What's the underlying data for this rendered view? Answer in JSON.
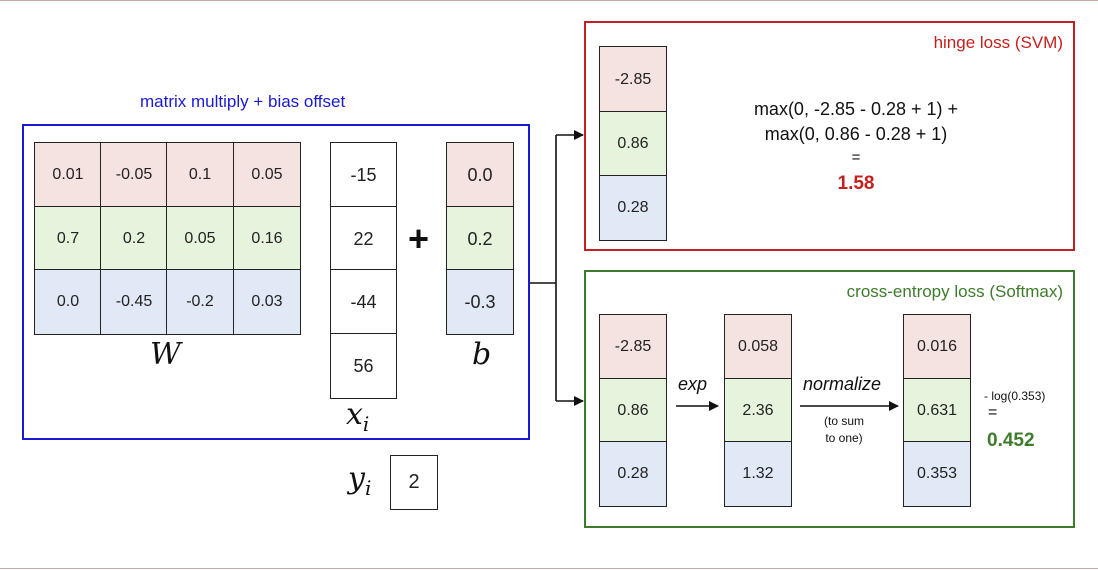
{
  "colors": {
    "matrix_box": "#1a1ad6",
    "svm_box": "#c42020",
    "softmax_box": "#3e7b2c",
    "row_pink": "#f5e3e1",
    "row_green": "#e6f4de",
    "row_blue": "#e2e9f6",
    "svm_result": "#c42020",
    "softmax_result": "#3e7b2c"
  },
  "matrix_section": {
    "title": "matrix multiply + bias offset",
    "W": [
      [
        "0.01",
        "-0.05",
        "0.1",
        "0.05"
      ],
      [
        "0.7",
        "0.2",
        "0.05",
        "0.16"
      ],
      [
        "0.0",
        "-0.45",
        "-0.2",
        "0.03"
      ]
    ],
    "W_label": "W",
    "x": [
      "-15",
      "22",
      "-44",
      "56"
    ],
    "x_label": "x",
    "x_subscript": "i",
    "plus": "+",
    "b": [
      "0.0",
      "0.2",
      "-0.3"
    ],
    "b_label": "b",
    "y_label": "y",
    "y_subscript": "i",
    "y_value": "2"
  },
  "svm_section": {
    "title": "hinge loss (SVM)",
    "scores": [
      "-2.85",
      "0.86",
      "0.28"
    ],
    "formula_line1": "max(0, -2.85 - 0.28 + 1) +",
    "formula_line2": "max(0, 0.86 - 0.28 + 1)",
    "equals": "=",
    "result": "1.58"
  },
  "softmax_section": {
    "title": "cross-entropy loss (Softmax)",
    "scores": [
      "-2.85",
      "0.86",
      "0.28"
    ],
    "exp_label": "exp",
    "exp_values": [
      "0.058",
      "2.36",
      "1.32"
    ],
    "normalize_label": "normalize",
    "normalize_note_line1": "(to sum",
    "normalize_note_line2": "to one)",
    "probabilities": [
      "0.016",
      "0.631",
      "0.353"
    ],
    "log_formula": "- log(0.353)",
    "equals": "=",
    "result": "0.452"
  }
}
